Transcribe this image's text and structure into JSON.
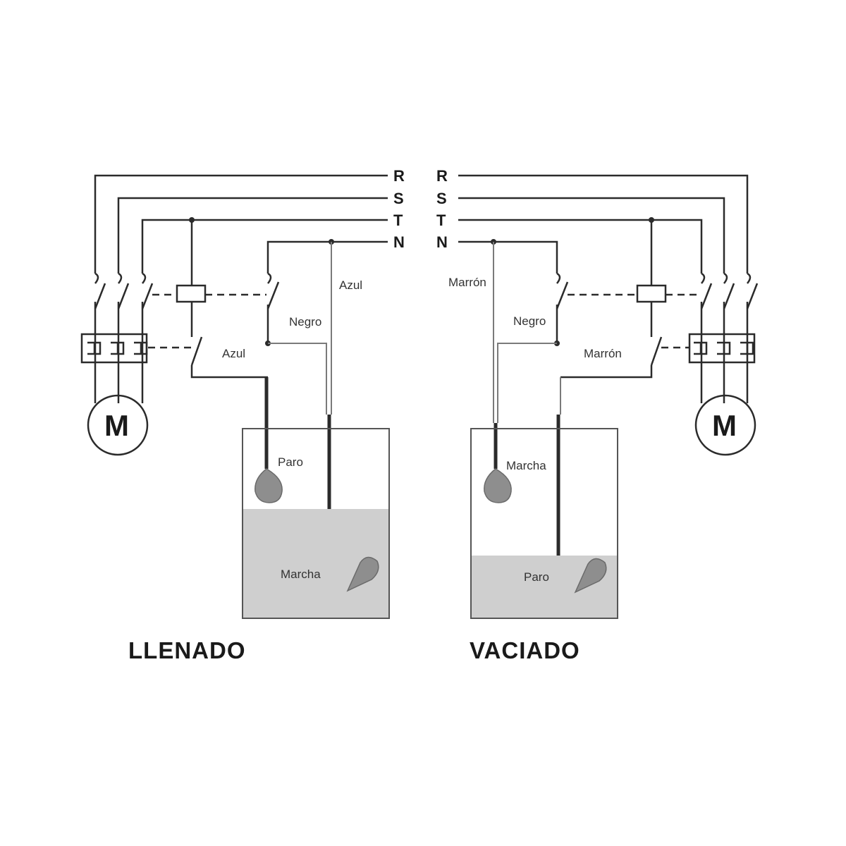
{
  "phases_left": [
    "R",
    "S",
    "T",
    "N"
  ],
  "phases_right": [
    "R",
    "S",
    "T",
    "N"
  ],
  "llenado": {
    "title": "LLENADO",
    "motor_label": "M",
    "wire_azul_top": "Azul",
    "wire_negro": "Negro",
    "wire_azul_coil": "Azul",
    "float_upper": "Paro",
    "float_lower": "Marcha"
  },
  "vaciado": {
    "title": "VACIADO",
    "motor_label": "M",
    "wire_marron_top": "Marrón",
    "wire_negro": "Negro",
    "wire_marron_coil": "Marrón",
    "float_upper": "Marcha",
    "float_lower": "Paro"
  },
  "colors": {
    "line": "#2b2b2b",
    "water": "#cfcfcf",
    "float": "#8e8e8e"
  }
}
